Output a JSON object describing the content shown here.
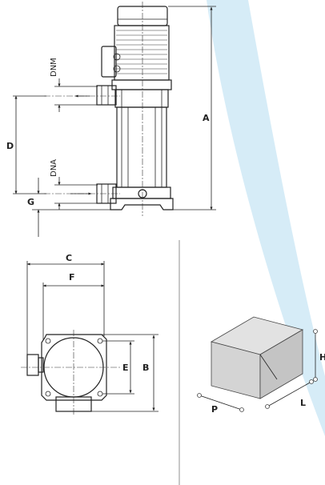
{
  "colors": {
    "accent_band": "#d6ecf7",
    "line": "#222222",
    "box_front": "#d4d4d4",
    "box_top": "#e2e2e2",
    "box_side": "#c4c4c4"
  },
  "labels": {
    "dnm": "DNM",
    "dna": "DNA",
    "d": "D",
    "g": "G",
    "a": "A",
    "c": "C",
    "f": "F",
    "e": "E",
    "b": "B",
    "h": "H",
    "l": "L",
    "p": "P"
  }
}
